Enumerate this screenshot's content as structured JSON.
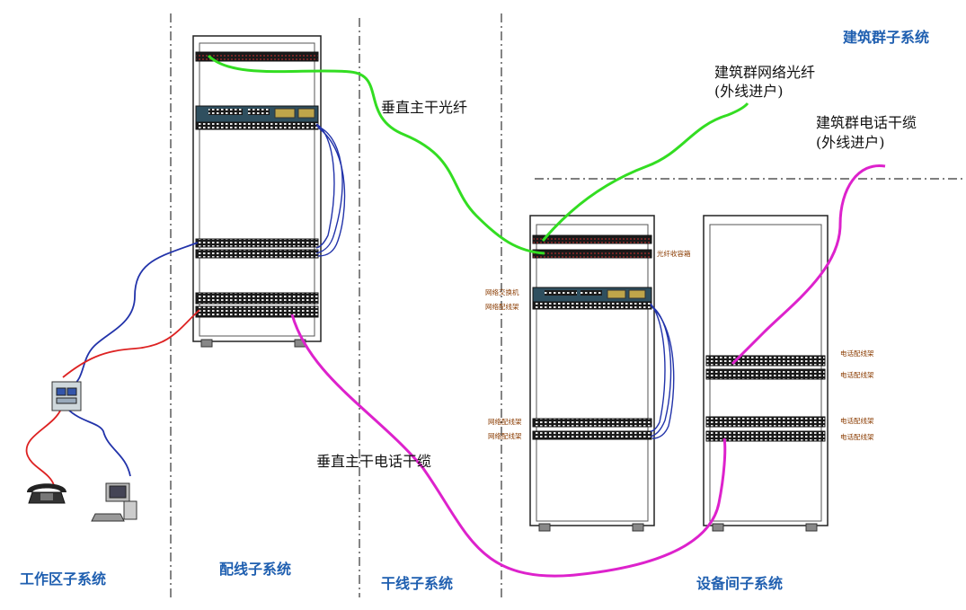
{
  "subsystems": {
    "work_area": "工作区子系统",
    "horizontal": "配线子系统",
    "backbone": "干线子系统",
    "equipment_room": "设备间子系统",
    "building_group": "建筑群子系统"
  },
  "cables": {
    "vertical_fiber": "垂直主干光纤",
    "vertical_phone": "垂直主干电话干缆",
    "group_fiber_line1": "建筑群网络光纤",
    "group_fiber_line2": "(外线进户)",
    "group_phone_line1": "建筑群电话干缆",
    "group_phone_line2": "(外线进户)"
  },
  "rack_labels": {
    "fiber_box": "光纤收容箱",
    "network_switch": "网络交换机",
    "network_patch_1": "网络配线架",
    "network_patch_2": "网络配线架",
    "network_patch_3": "网络配线架",
    "phone_patch_1": "电话配线架",
    "phone_patch_2": "电话配线架",
    "phone_patch_3": "电话配线架",
    "phone_patch_4": "电话配线架"
  },
  "colors": {
    "fiber": "#33dd22",
    "phone_trunk": "#dd22cc",
    "data_cable": "#2233aa",
    "phone_cable": "#dd2222",
    "subsystem_label": "#1f5fb0",
    "divider": "#333333"
  }
}
